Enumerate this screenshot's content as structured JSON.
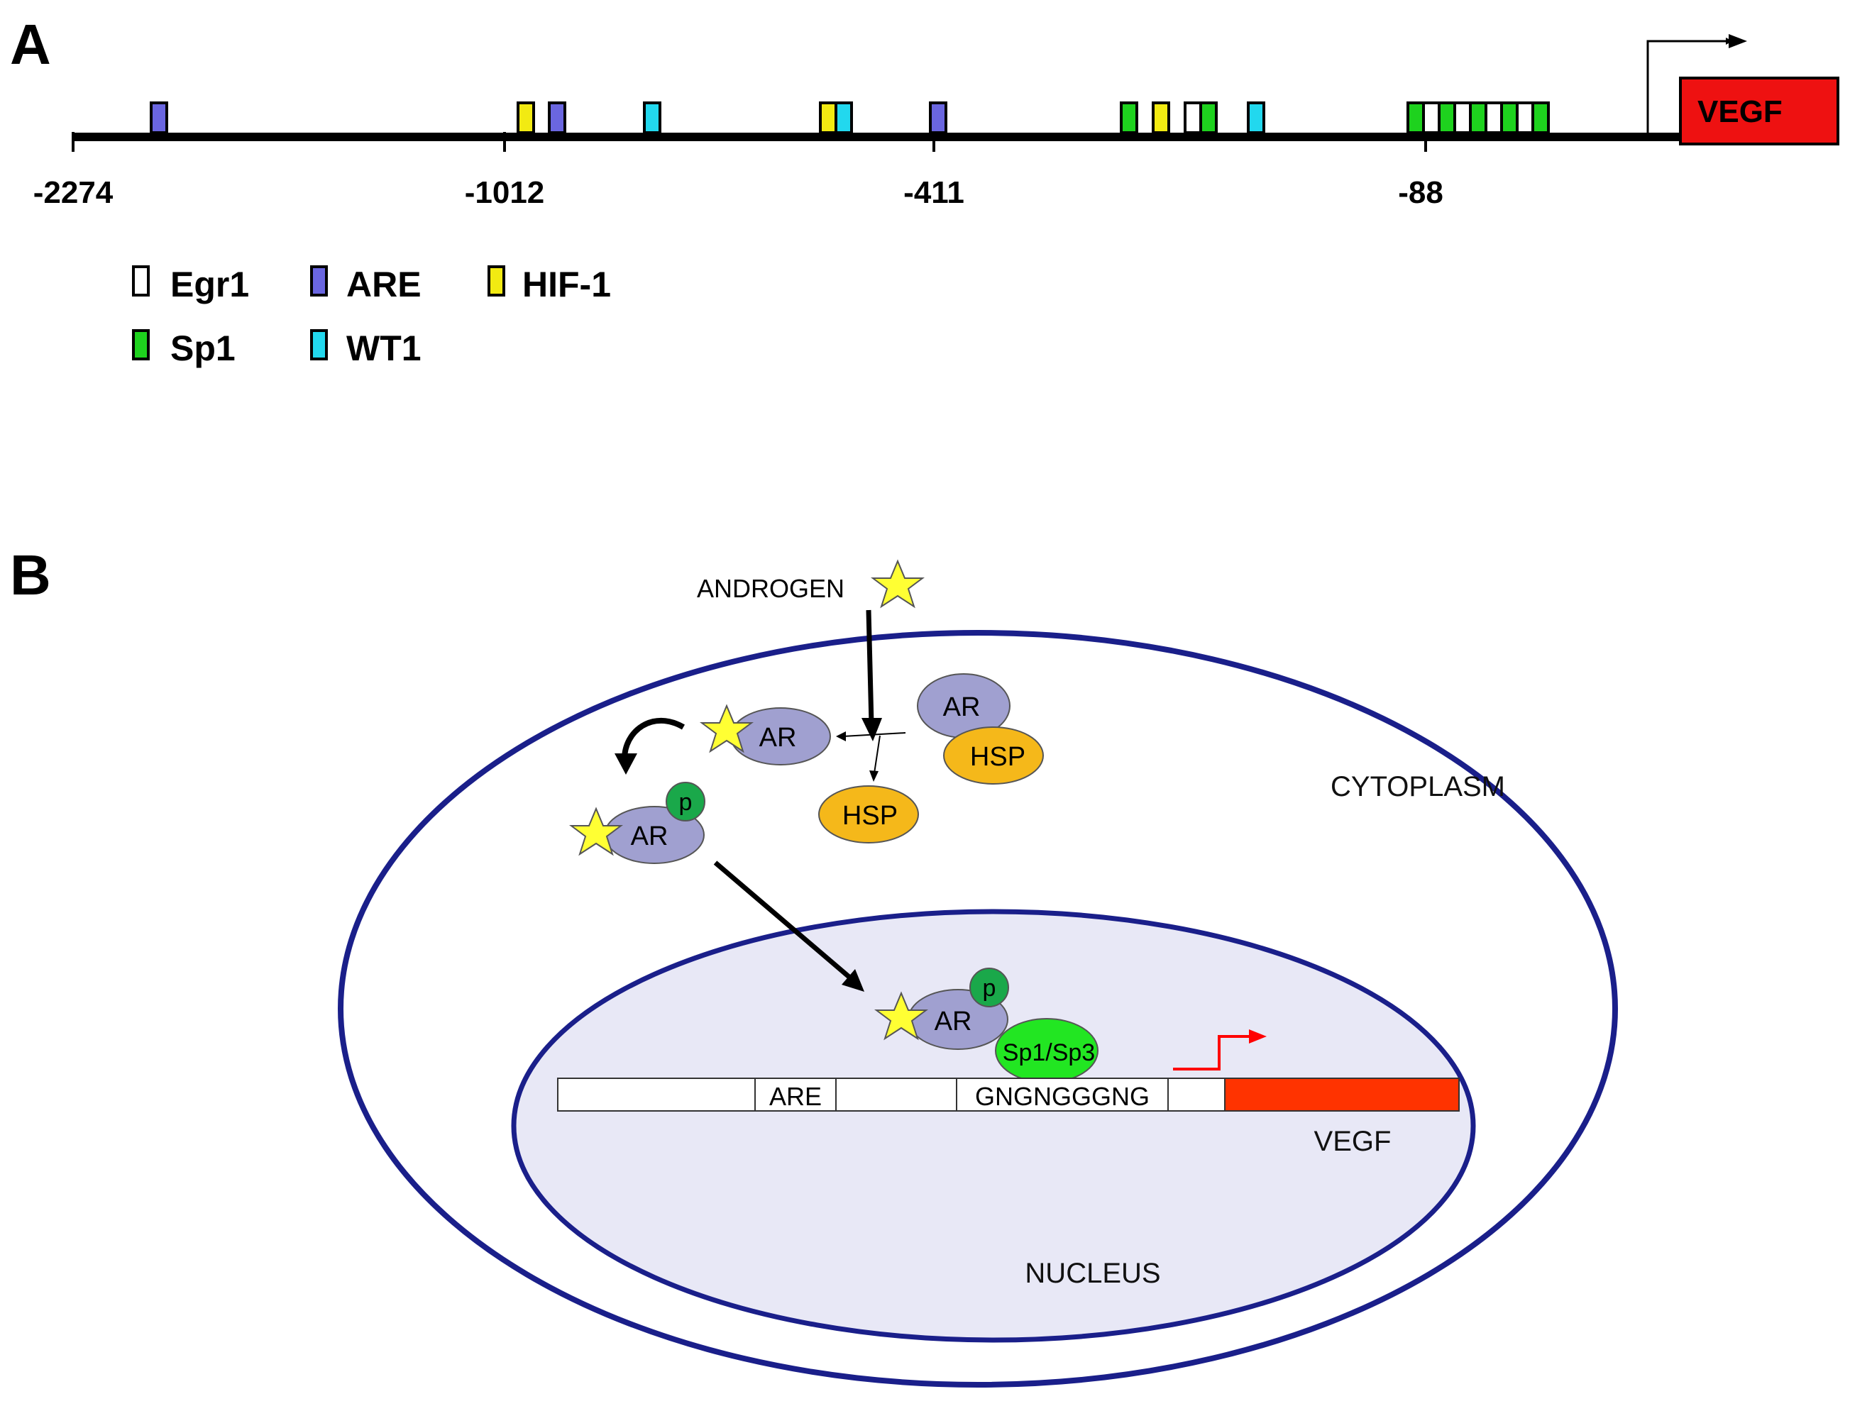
{
  "panel_a": {
    "label": "A",
    "gene_label": "VEGF",
    "axis_ticks": [
      "-2274",
      "-1012",
      "-411",
      "-88"
    ],
    "colors": {
      "Egr1": "#ffffff",
      "ARE": "#6a66e0",
      "HIF-1": "#f2ea12",
      "Sp1": "#1ed21e",
      "WT1": "#22d8ee",
      "gene": "#ee1111"
    },
    "legend": [
      {
        "name": "Egr1",
        "type": "Egr1"
      },
      {
        "name": "ARE",
        "type": "ARE"
      },
      {
        "name": "HIF-1",
        "type": "HIF-1"
      },
      {
        "name": "Sp1",
        "type": "Sp1"
      },
      {
        "name": "WT1",
        "type": "WT1"
      }
    ]
  },
  "panel_b": {
    "label": "B",
    "androgen_label": "ANDROGEN",
    "cytoplasm_label": "CYTOPLASM",
    "nucleus_label": "NUCLEUS",
    "ar_label": "AR",
    "hsp_label": "HSP",
    "p_label": "p",
    "sp_label": "Sp1/Sp3",
    "are_label": "ARE",
    "gc_box_label": "GNGNGGGNG",
    "vegf_label": "VEGF",
    "colors": {
      "membrane": "#1a1f8a",
      "nucleus_fill": "#e8e8f6",
      "ar": "#a0a0d0",
      "hsp": "#f5b81a",
      "p": "#1aa84a",
      "sp": "#22e622",
      "star": "#ffff33",
      "vegf": "#ff3300",
      "tss_arrow": "#ff0000"
    }
  }
}
